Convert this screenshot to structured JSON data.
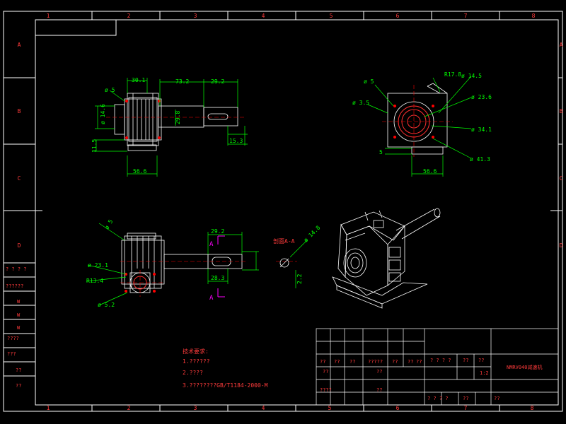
{
  "colors": {
    "background": "#000000",
    "frame": "#ffffff",
    "border_text": "#ff3b3b",
    "dimension": "#00ff00",
    "section_mark": "#ff00ff",
    "outline": "#ffffff",
    "center_line": "#ff0000"
  },
  "frame": {
    "columns": [
      "1",
      "2",
      "3",
      "4",
      "5",
      "6",
      "7",
      "8"
    ],
    "rows": [
      "A",
      "B",
      "C",
      "D"
    ]
  },
  "views": {
    "front": {
      "dims": [
        "30.1",
        "73.2",
        "29.2",
        "ø 5",
        "ø 14.6",
        "29.8",
        "11.5",
        "15.3",
        "56.6"
      ]
    },
    "side": {
      "dims": [
        "R17.8",
        "ø 14.5",
        "ø 5",
        "ø 3.5",
        "ø 23.6",
        "ø 34.1",
        "ø 41.3",
        "5",
        "56.6"
      ]
    },
    "top": {
      "dims": [
        "ø 5",
        "ø 23.1",
        "R13.4",
        "ø 5.2",
        "29.2",
        "ø 14.8",
        "28.3",
        "2.2"
      ],
      "section_label": "A",
      "section_title": "剖面A-A"
    }
  },
  "tech_notes": {
    "title": "技术要求:",
    "lines": [
      "1.??????",
      "2.????",
      "3.????????GB/T1184-2000-M"
    ]
  },
  "left_strip": [
    "? ? ? ?",
    "??????",
    "W",
    "W",
    "W",
    "????",
    "???",
    "??",
    "??"
  ],
  "title_block": {
    "row_a": [
      "??",
      "??",
      "??",
      "?????",
      "??",
      "??",
      "??"
    ],
    "row_b": [
      "??",
      "??"
    ],
    "row_c": [
      "????",
      "??"
    ],
    "mid_labels": [
      "? ? ? ?",
      "??",
      "??"
    ],
    "scale": "1:2",
    "product_name": "NMRV040减速机",
    "bottom_labels": [
      "? ? ? ?",
      "??",
      "??"
    ]
  }
}
